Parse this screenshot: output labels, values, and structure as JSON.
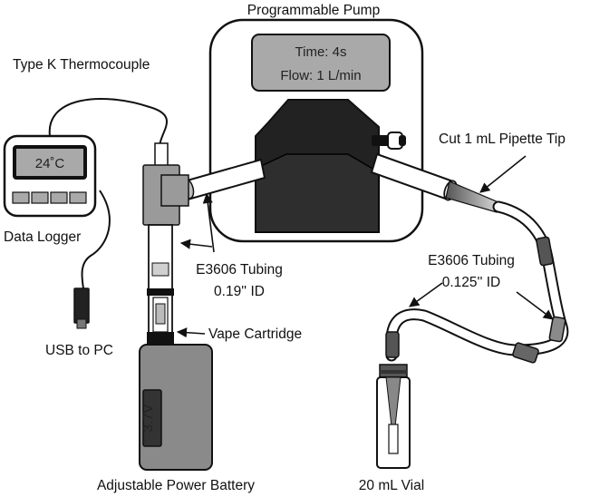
{
  "labels": {
    "pump_title": "Programmable Pump",
    "thermocouple": "Type K Thermocouple",
    "data_logger": "Data Logger",
    "usb": "USB to PC",
    "tubing_large_line1": "E3606 Tubing",
    "tubing_large_line2": "0.19'' ID",
    "vape_cartridge": "Vape Cartridge",
    "battery": "Adjustable Power Battery",
    "pipette_tip": "Cut 1 mL Pipette Tip",
    "tubing_small_line1": "E3606 Tubing",
    "tubing_small_line2": "0.125'' ID",
    "vial": "20 mL Vial"
  },
  "pump_display": {
    "time": "Time: 4s",
    "flow": "Flow: 1 L/min"
  },
  "logger_display": {
    "temperature": "24˚C"
  },
  "battery_display": {
    "voltage": "3.7V"
  },
  "colors": {
    "pump_body": "#222222",
    "tee_fitting": "#9a9a9a",
    "screen": "#a9a9a9",
    "battery_body": "#8a8a8a",
    "vial_band": "#777777",
    "stroke": "#111111"
  }
}
